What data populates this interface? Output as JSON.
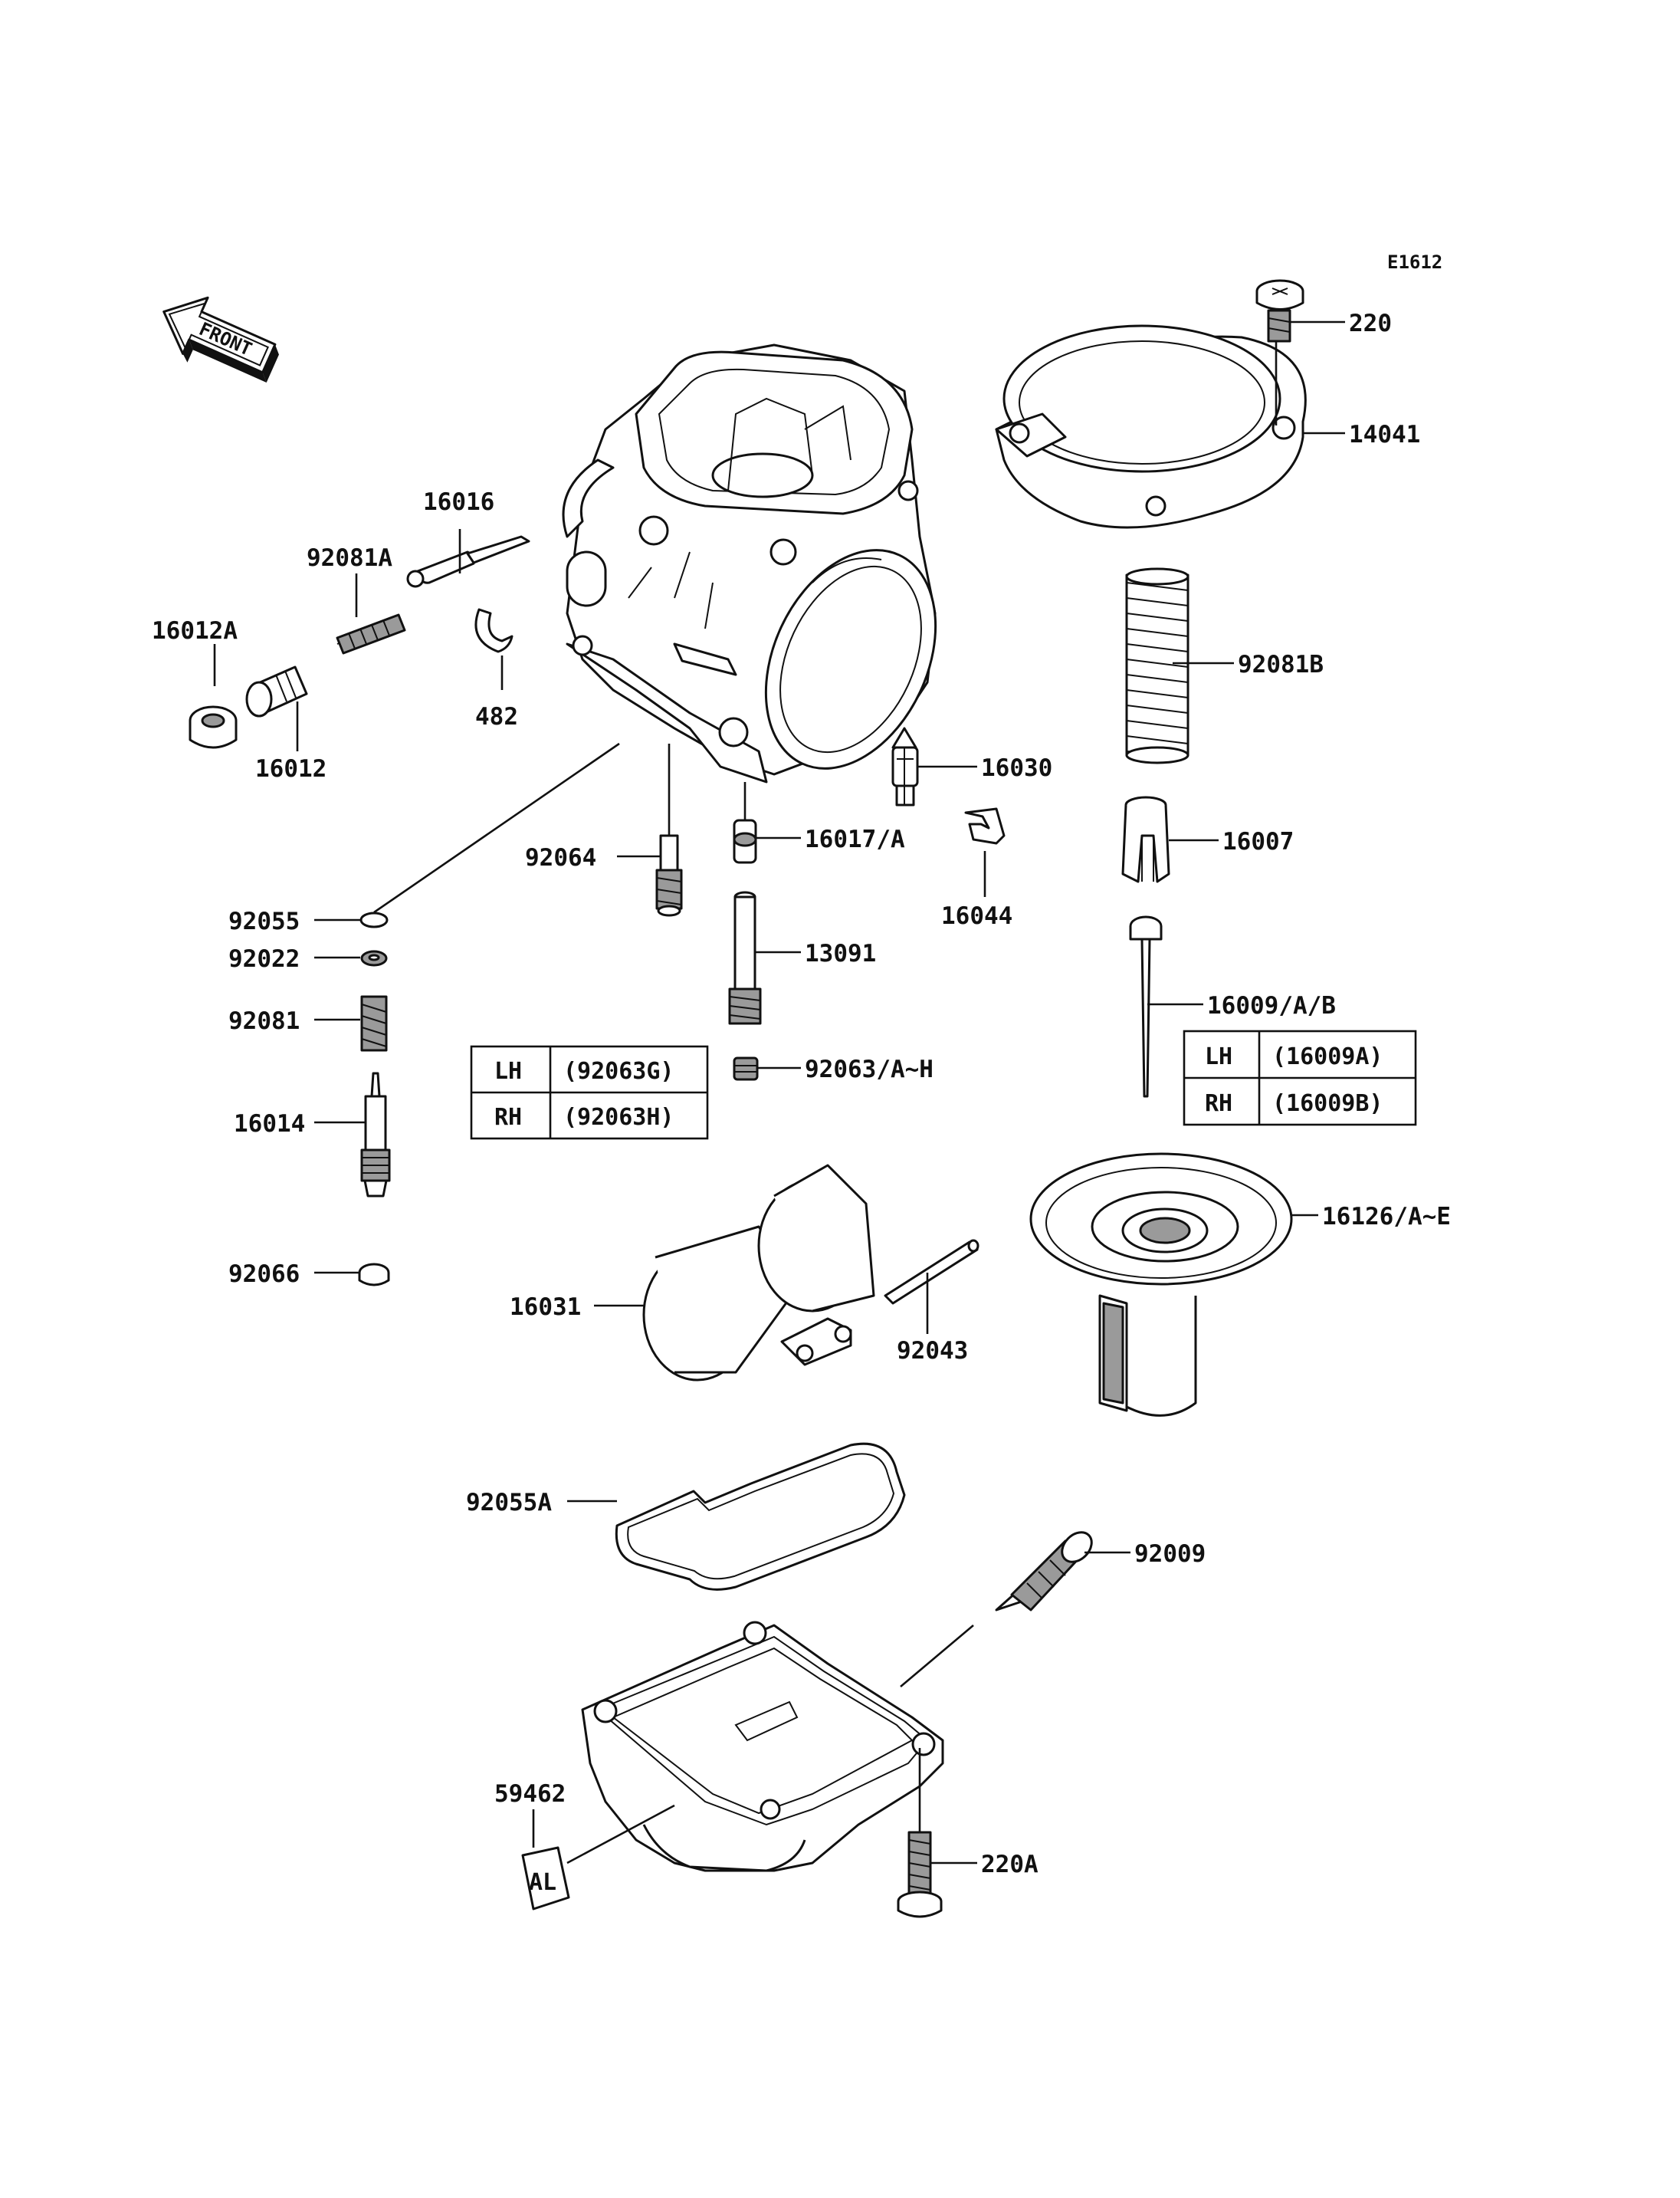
{
  "diagram_code": "E1612",
  "front_marker": "FRONT",
  "al_marker": "AL",
  "labels": {
    "p220": "220",
    "p14041": "14041",
    "p16016": "16016",
    "p92081A": "92081A",
    "p16012A": "16012A",
    "p16012": "16012",
    "p482": "482",
    "p92081B": "92081B",
    "p16030": "16030",
    "p16017A": "16017/A",
    "p92064": "92064",
    "p16044": "16044",
    "p16007": "16007",
    "p92055": "92055",
    "p92022": "92022",
    "p13091": "13091",
    "p92081": "92081",
    "p16009AB": "16009/A/B",
    "p92063AH": "92063/A~H",
    "p16014": "16014",
    "p16126AE": "16126/A~E",
    "p92066": "92066",
    "p16031": "16031",
    "p92043": "92043",
    "p92055A": "92055A",
    "p92009": "92009",
    "p59462": "59462",
    "p220A": "220A"
  },
  "table_92063": [
    {
      "side": "LH",
      "part": "(92063G)"
    },
    {
      "side": "RH",
      "part": "(92063H)"
    }
  ],
  "table_16009": [
    {
      "side": "LH",
      "part": "(16009A)"
    },
    {
      "side": "RH",
      "part": "(16009B)"
    }
  ]
}
